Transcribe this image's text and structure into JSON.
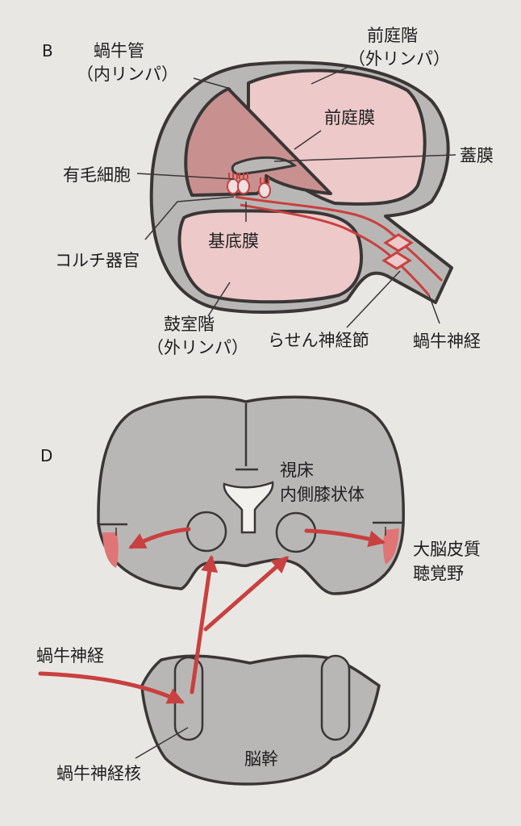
{
  "panel_b": {
    "letter": "B",
    "scala_media_name": "蝸牛管",
    "scala_media_sub": "（内リンパ）",
    "scala_vestibuli_name": "前庭階",
    "scala_vestibuli_sub": "（外リンパ）",
    "vestibular_membrane": "前庭膜",
    "tectorial_membrane": "蓋膜",
    "hair_cells": "有毛細胞",
    "organ_of_corti": "コルチ器官",
    "basilar_membrane": "基底膜",
    "scala_tympani_name": "鼓室階",
    "scala_tympani_sub": "（外リンパ）",
    "spiral_ganglion": "らせん神経節",
    "cochlear_nerve": "蝸牛神経"
  },
  "panel_d": {
    "letter": "D",
    "thalamus": "視床",
    "mgb": "内側膝状体",
    "auditory_cortex_1": "大脳皮質",
    "auditory_cortex_2": "聴覚野",
    "cochlear_nerve": "蝸牛神経",
    "cochlear_nucleus": "蝸牛神経核",
    "brainstem": "脳幹"
  },
  "colors": {
    "background": "#e9e7e4",
    "tissue_gray": "#b9b7b6",
    "outline": "#3a3636",
    "pink_light": "#edc9c9",
    "pink_dark": "#c99090",
    "nerve_red": "#c8403f",
    "cortex_red": "#e07576"
  }
}
